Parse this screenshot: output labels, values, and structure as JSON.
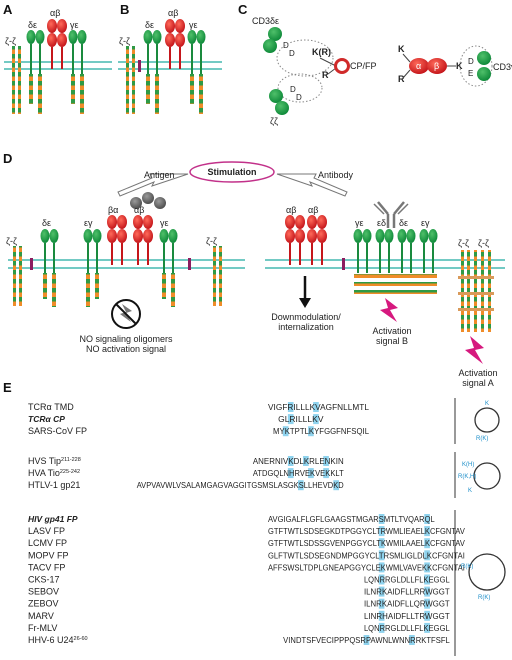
{
  "panels": {
    "A": {
      "letter": "A",
      "labels": {
        "zz": "ζ-ζ",
        "de": "δε",
        "ab": "αβ",
        "ge": "γε"
      }
    },
    "B": {
      "letter": "B",
      "labels": {
        "zz": "ζ-ζ",
        "de": "δε",
        "ab": "αβ",
        "ge": "γε"
      }
    },
    "C": {
      "letter": "C",
      "cd3de": "CD3δε",
      "cd3ge": "CD3γε",
      "zz": "ζζ",
      "cpfp": "CP/FP",
      "KR": "K(R)",
      "R": "R",
      "D": "D",
      "K": "K",
      "E": "E",
      "alpha": "α",
      "beta": "β"
    },
    "D": {
      "letter": "D",
      "stimulation": "Stimulation",
      "antigen": "Antigen",
      "antibody": "Antibody",
      "left_labels": [
        "ζ-ζ",
        "δε",
        "εγ",
        "βα",
        "αβ",
        "γε",
        "ζ-ζ"
      ],
      "right_labels": [
        "αβ",
        "αβ",
        "γε",
        "εδ",
        "δε",
        "εγ",
        "ζ-ζ",
        "ζ-ζ"
      ],
      "no_signal_1": "NO signaling oligomers",
      "no_signal_2": "NO activation signal",
      "downmod_1": "Downmodulation/",
      "downmod_2": "internalization",
      "act_b_1": "Activation",
      "act_b_2": "signal B",
      "act_a_1": "Activation",
      "act_a_2": "signal A"
    },
    "E": {
      "letter": "E",
      "groups": [
        [
          {
            "name": "TCRα TMD",
            "sup": "",
            "style": "normal",
            "seq": "VIGFRILLLKVAGFNLLMTL",
            "offset": 0,
            "hl": [
              4,
              9
            ]
          },
          {
            "name": "TCRα CP",
            "sup": "",
            "style": "bi",
            "seq": "GLRILLLKV",
            "offset": 2,
            "hl": [
              2,
              7
            ]
          },
          {
            "name": "SARS-CoV FP",
            "sup": "",
            "style": "normal",
            "seq": "MYKTPTLKYFGGFNFSQIL",
            "offset": 1,
            "hl": [
              2,
              7
            ]
          }
        ],
        [
          {
            "name": "HVS Tip",
            "sup": "211-228",
            "style": "normal",
            "seq": "ANERNIVKDLKRLENKIN",
            "offset": -3,
            "hl": [
              7,
              10,
              14
            ]
          },
          {
            "name": "HVA Tio",
            "sup": "225-242",
            "style": "normal",
            "seq": "ATDGQLNHRVEKVEKKLT",
            "offset": -3,
            "hl": [
              7,
              11,
              14
            ]
          },
          {
            "name": "HTLV-1 gp21",
            "sup": "",
            "style": "normal",
            "seq": "AVPVAVWLVSALAMGAGVAGGITGSMSLASGKSLLHEVDKD",
            "offset": -26,
            "hl": [
              32,
              39
            ]
          }
        ],
        [
          {
            "name": "HIV gp41 FP",
            "sup": "",
            "style": "bi",
            "seq": "AVGIGALFLGFLGAAGSTMGARSMTLTVQARQL",
            "offset": 0,
            "hl": [
              22,
              31
            ]
          },
          {
            "name": "LASV FP",
            "sup": "",
            "style": "normal",
            "seq": "GTFTWTLSDSEGKDTPGGYCLTRWMLIEAELKCFGNTAV",
            "offset": 0,
            "hl": [
              22,
              31
            ]
          },
          {
            "name": "LCMV FP",
            "sup": "",
            "style": "normal",
            "seq": "GTFTWTLSDSSGVENPGGYCLTKWMILAAELKCFGNTAV",
            "offset": 0,
            "hl": [
              22,
              31
            ]
          },
          {
            "name": "MOPV FP",
            "sup": "",
            "style": "normal",
            "seq": "GLFTWTLSDSEGNDMPGGYCLTRSMLIGLDLKCFGNTAI",
            "offset": 0,
            "hl": [
              22,
              31
            ]
          },
          {
            "name": "TACV FP",
            "sup": "",
            "style": "normal",
            "seq": "AFFSWSLTDPLGNEAPGGYCLEKWMLVAVEKKCFGNTAI",
            "offset": 0,
            "hl": [
              22,
              31
            ]
          },
          {
            "name": "CKS-17",
            "sup": "",
            "style": "normal",
            "seq": "LQNRRGLDLLFLKEGGL",
            "offset": 19,
            "hl": [
              3,
              12
            ]
          },
          {
            "name": "SEBOV",
            "sup": "",
            "style": "normal",
            "seq": "ILNRKAIDFLLRRWGGT",
            "offset": 19,
            "hl": [
              3,
              12
            ]
          },
          {
            "name": "ZEBOV",
            "sup": "",
            "style": "normal",
            "seq": "ILNRKAIDFLLQRWGGT",
            "offset": 19,
            "hl": [
              3,
              12
            ]
          },
          {
            "name": "MARV",
            "sup": "",
            "style": "normal",
            "seq": "LINRHAIDFLLTRWGGT",
            "offset": 19,
            "hl": [
              3,
              12
            ]
          },
          {
            "name": "Fr-MLV",
            "sup": "",
            "style": "normal",
            "seq": "LQNRRGLDLLFLKEGGL",
            "offset": 19,
            "hl": [
              3,
              12
            ]
          },
          {
            "name": "HHV-6 U24",
            "sup": "26-60",
            "style": "normal",
            "seq": "VINDTSFVECIPPPQSRPAWNLWNNRRKTFSFL",
            "offset": 3,
            "hl": [
              16,
              25
            ]
          }
        ]
      ],
      "wheel_labels": {
        "w1": [
          "K",
          "R(K)"
        ],
        "w2": [
          "K(H)",
          "R(K,H)",
          "K"
        ],
        "w3": [
          "R(K)",
          "R(K)"
        ]
      }
    }
  }
}
